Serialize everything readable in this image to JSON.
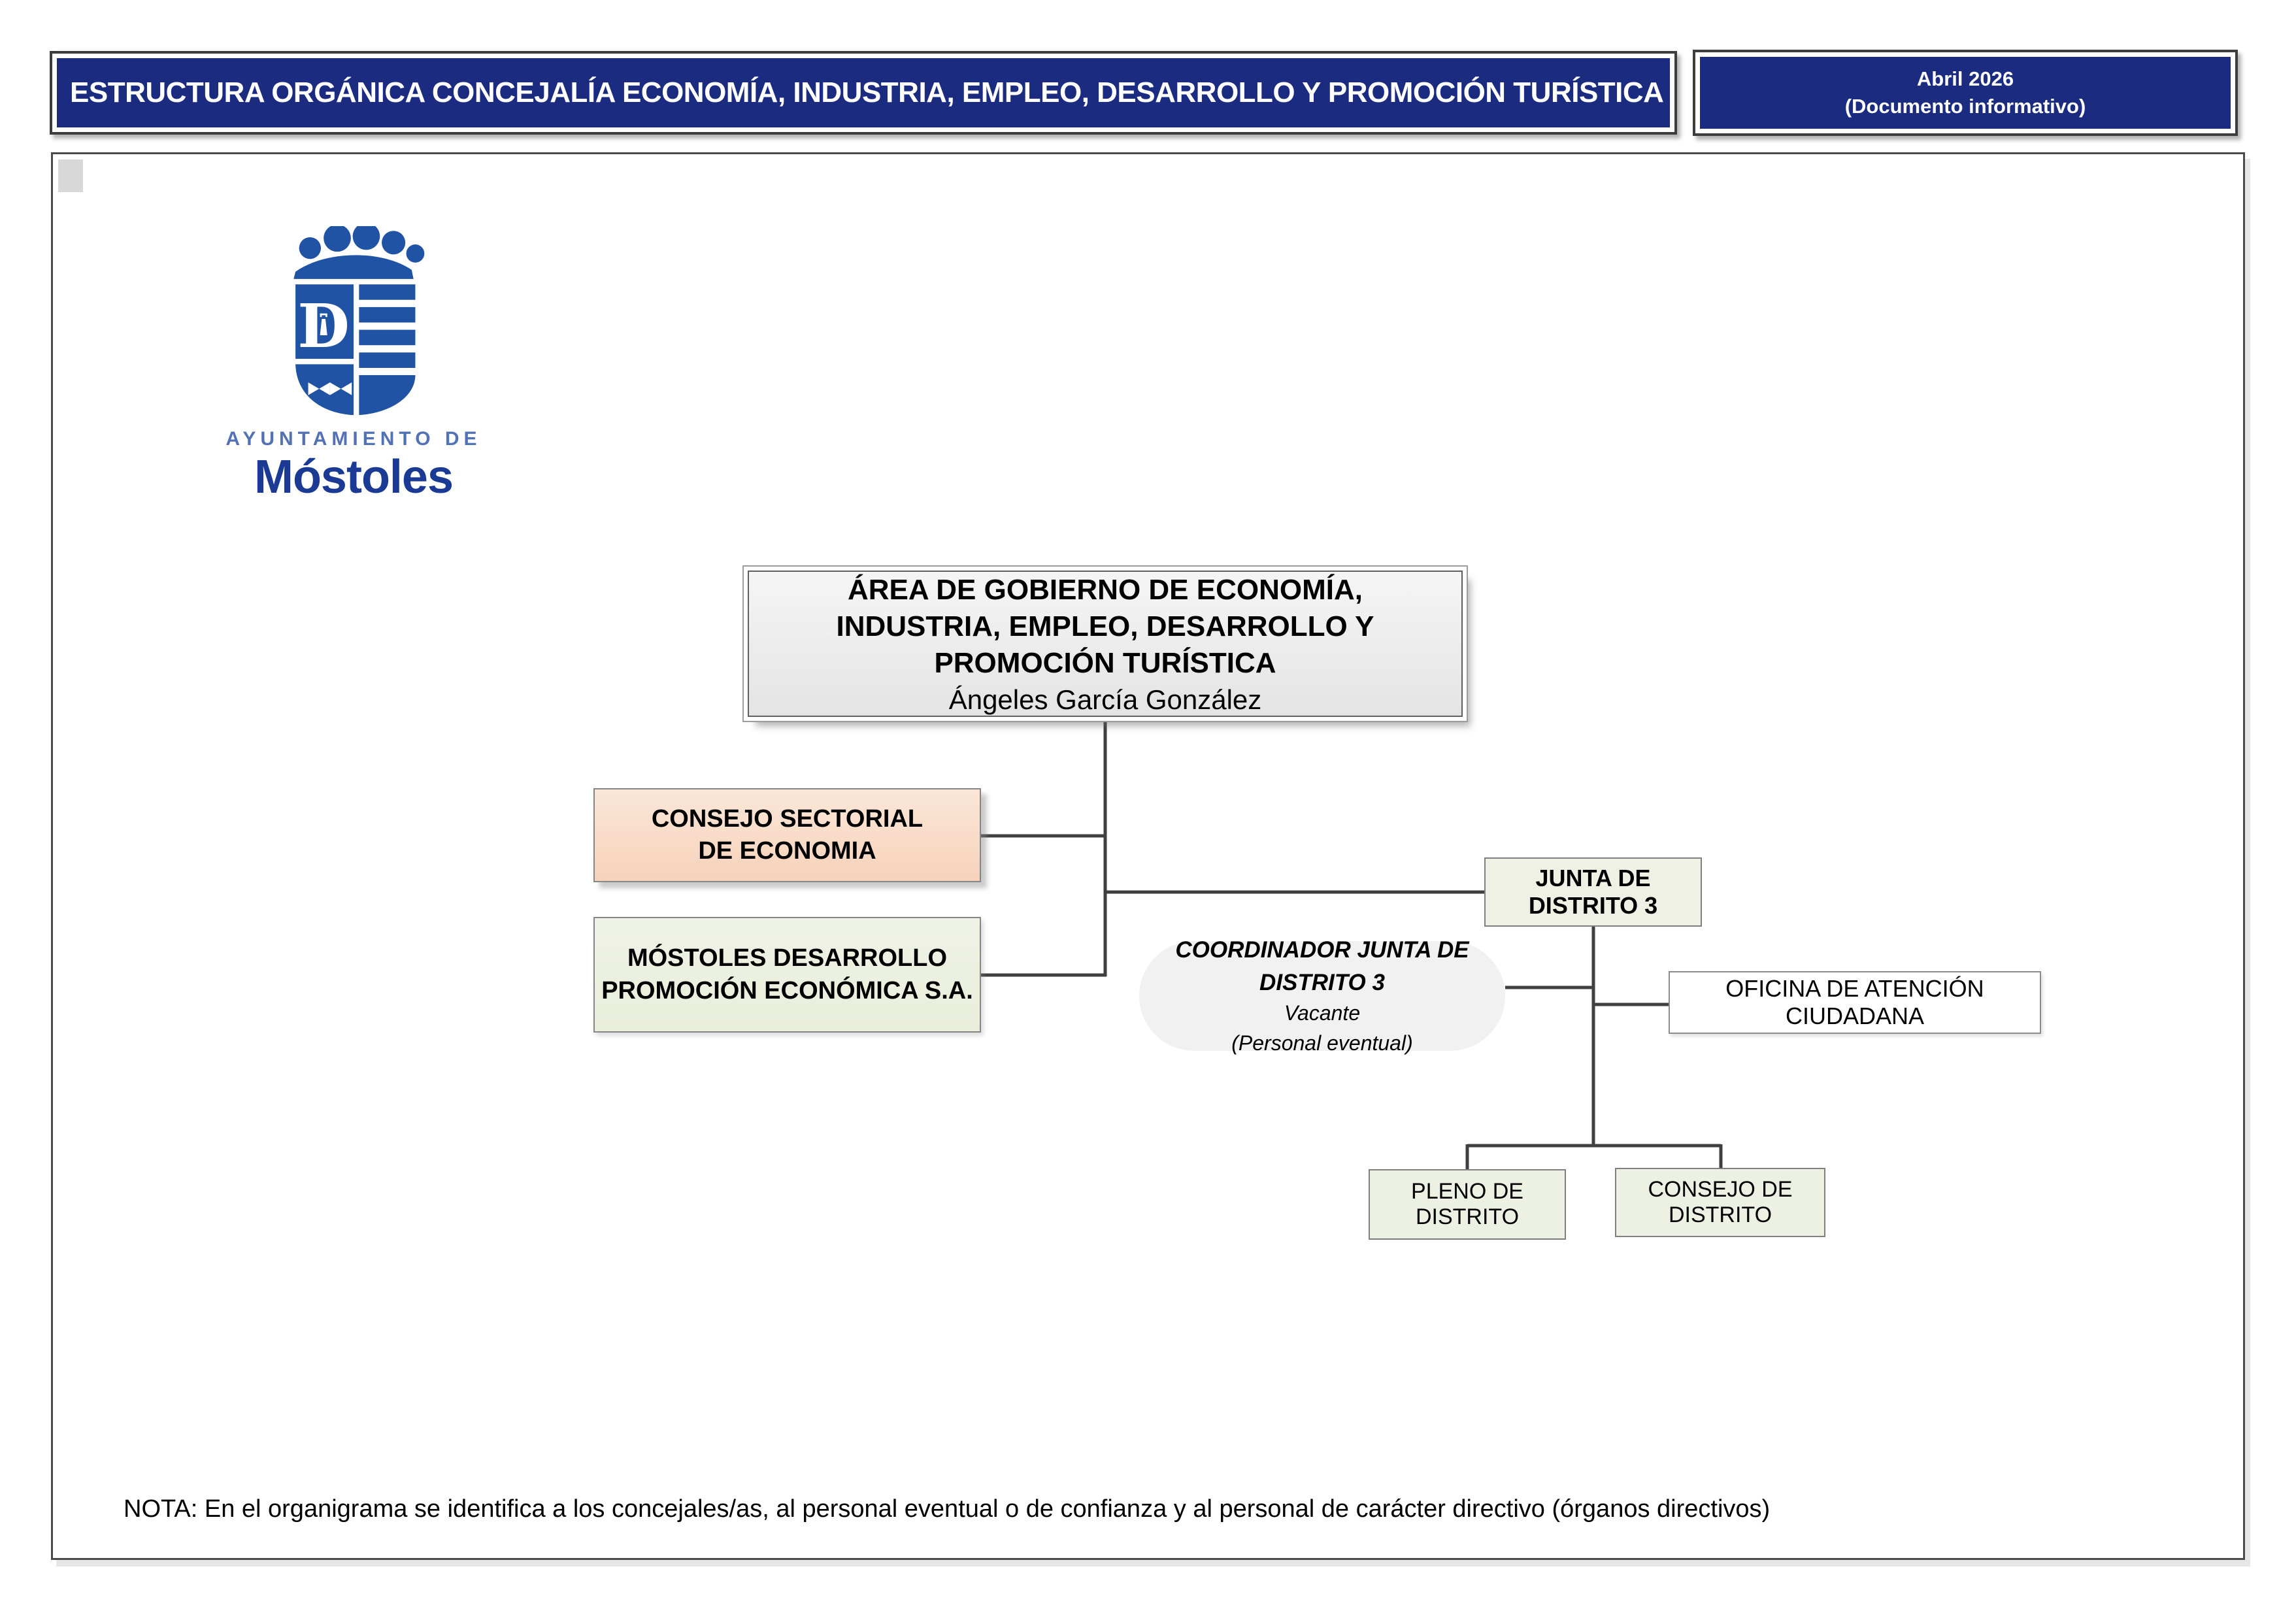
{
  "header": {
    "title": "ESTRUCTURA ORGÁNICA CONCEJALÍA ECONOMÍA, INDUSTRIA, EMPLEO, DESARROLLO Y PROMOCIÓN TURÍSTICA",
    "date_line1": "Abril 2026",
    "date_line2": "(Documento informativo)"
  },
  "logo": {
    "caption_top": "AYUNTAMIENTO DE",
    "caption_city": "Móstoles"
  },
  "org_chart": {
    "root": {
      "label": "ÁREA DE GOBIERNO DE ECONOMÍA, INDUSTRIA, EMPLEO, DESARROLLO Y PROMOCIÓN TURÍSTICA",
      "person": "Ángeles García González"
    },
    "consejo_sectorial": {
      "label": "CONSEJO SECTORIAL DE ECONOMIA"
    },
    "mostoles_desarrollo": {
      "label": "MÓSTOLES DESARROLLO PROMOCIÓN ECONÓMICA S.A."
    },
    "junta_distrito": {
      "label": "JUNTA DE DISTRITO 3"
    },
    "coordinador": {
      "label": "COORDINADOR JUNTA DE DISTRITO 3",
      "status": "Vacante",
      "note": "(Personal eventual)"
    },
    "oficina_atencion": {
      "label": "OFICINA DE ATENCIÓN CIUDADANA"
    },
    "pleno_distrito": {
      "label": "PLENO DE DISTRITO"
    },
    "consejo_distrito": {
      "label": "CONSEJO DE DISTRITO"
    }
  },
  "footer_note": "NOTA: En el organigrama se identifica a los concejales/as, al personal eventual o de confianza y al personal de carácter directivo (órganos directivos)",
  "colors": {
    "header_navy": "#1a2b80",
    "frame_border": "#4a4a4a",
    "connector_gray": "#3f3f3f",
    "logo_shield_blue": "#2053a4",
    "logo_city_blue": "#1a3a94",
    "logo_caption_blue": "#5272b4",
    "box_gray_fill": "#ececec",
    "box_peach_fill": "#f8dcc7",
    "box_green_fill": "#eef1e4",
    "pill_gray_fill": "#f1f1f1"
  }
}
